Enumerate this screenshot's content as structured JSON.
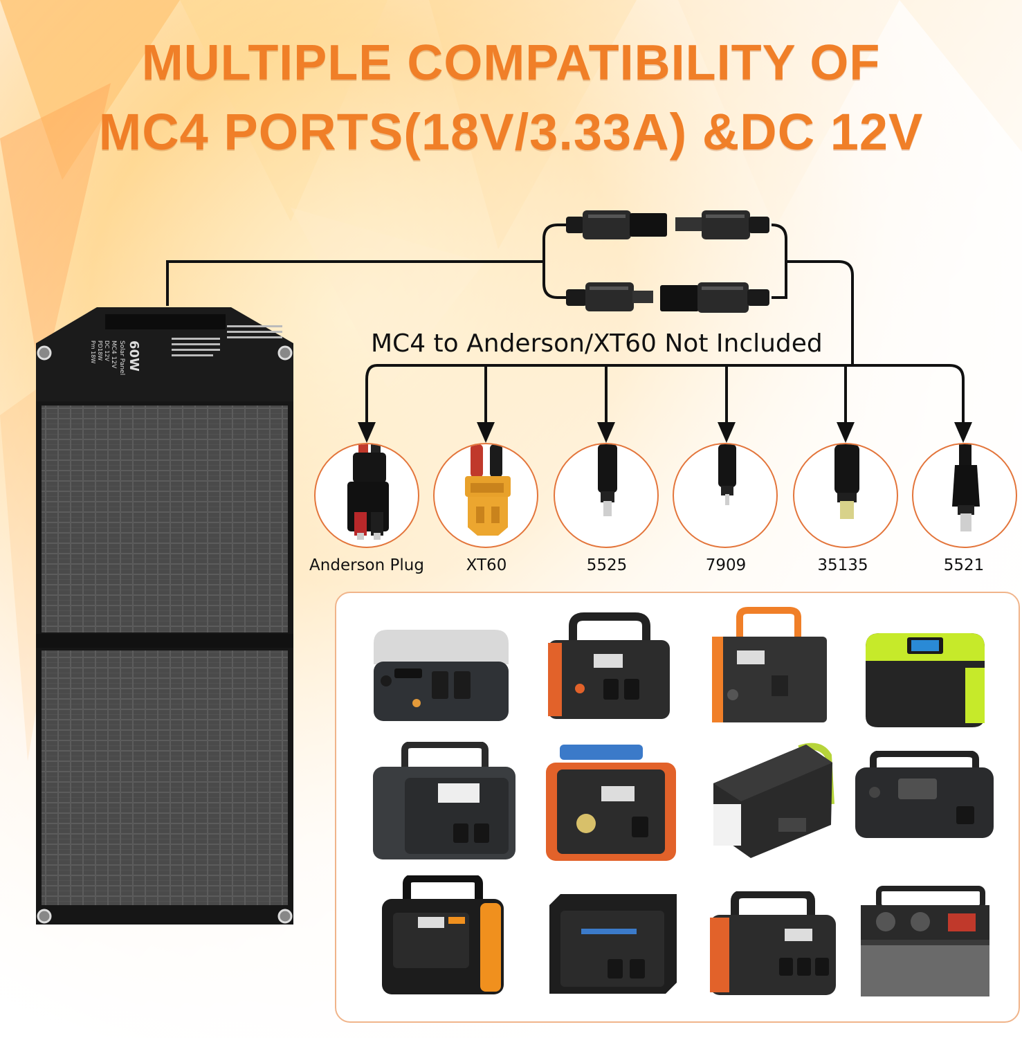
{
  "title": {
    "line1": "MULTIPLE COMPATIBILITY OF",
    "line2": "MC4 PORTS(18V/3.33A) &DC 12V"
  },
  "note": "MC4 to Anderson/XT60 Not Included",
  "panel": {
    "rating": "60W",
    "label_lines": [
      "Solar Panel",
      "MC4 12V",
      "DC 12V",
      "PD18W",
      "Pm 18W"
    ]
  },
  "ports": [
    {
      "label": "Anderson Plug",
      "icon": "anderson-plug-icon"
    },
    {
      "label": "XT60",
      "icon": "xt60-plug-icon"
    },
    {
      "label": "5525",
      "icon": "dc-5525-plug-icon"
    },
    {
      "label": "7909",
      "icon": "dc-7909-plug-icon"
    },
    {
      "label": "35135",
      "icon": "dc-35135-plug-icon"
    },
    {
      "label": "5521",
      "icon": "dc-5521-plug-icon"
    }
  ],
  "stations": [
    {
      "icon": "power-station-grey-silver-icon"
    },
    {
      "icon": "power-station-orange-black-icon"
    },
    {
      "icon": "power-station-orange-handle-icon"
    },
    {
      "icon": "power-station-lime-green-icon"
    },
    {
      "icon": "power-station-dark-grey-icon"
    },
    {
      "icon": "power-station-orange-wireless-icon"
    },
    {
      "icon": "power-station-green-handle-icon"
    },
    {
      "icon": "power-station-black-rounded-icon"
    },
    {
      "icon": "power-station-black-orange-tall-icon"
    },
    {
      "icon": "power-station-black-box-icon"
    },
    {
      "icon": "power-station-orange-black-large-icon"
    },
    {
      "icon": "power-station-grey-red-icon"
    }
  ],
  "colors": {
    "accent": "#f07f28",
    "ring": "#e3753b",
    "wire": "#111111"
  }
}
